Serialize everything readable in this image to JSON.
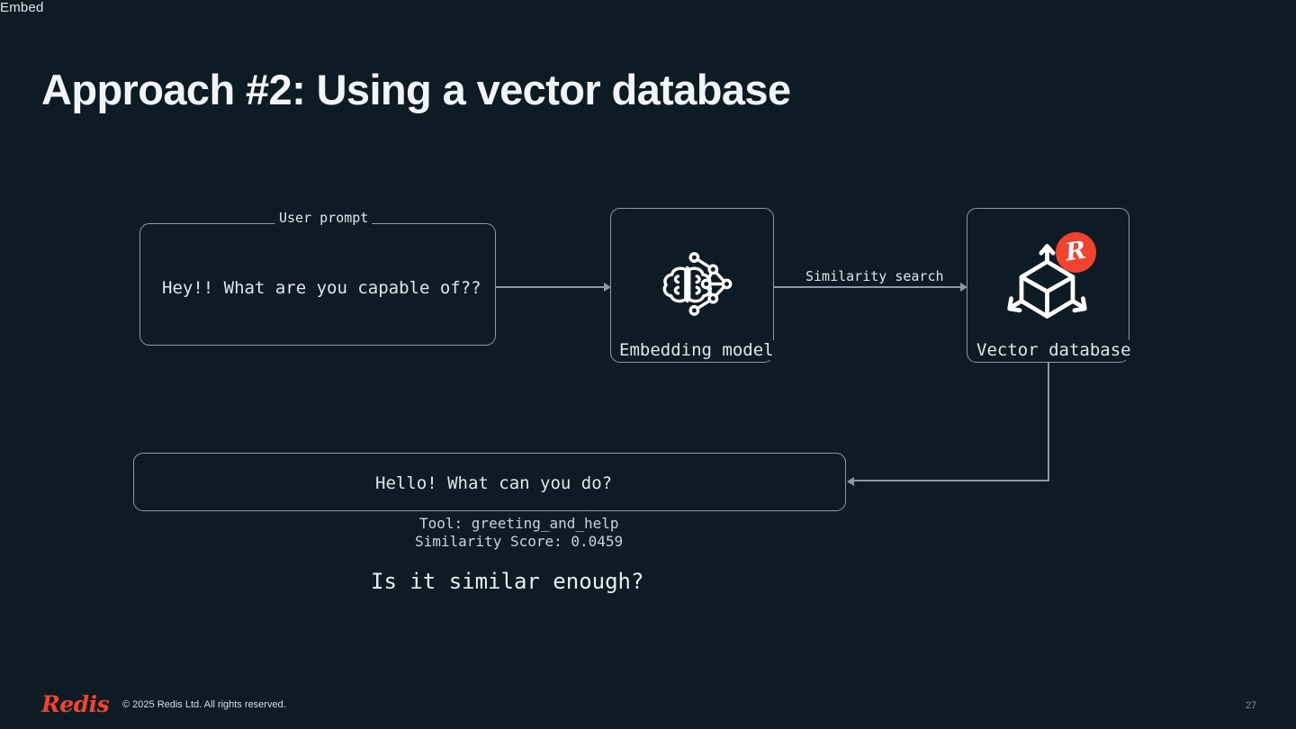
{
  "slide": {
    "title": "Approach #2: Using a vector database",
    "page_number": "27",
    "background_color": "#0d1b24",
    "accent_color": "#f0442e",
    "line_color": "#8a9aa4"
  },
  "diagram": {
    "user_prompt": {
      "label": "User prompt",
      "text": "Hey!! What are you capable of??"
    },
    "embedding_model": {
      "arrow_label": "Embed",
      "caption": "Embedding model",
      "icon": "brain-network-icon"
    },
    "vector_database": {
      "arrow_label": "Similarity search",
      "caption": "Vector database",
      "icon": "3d-cube-axes-icon",
      "badge_icon": "redis-logo-badge",
      "badge_glyph": "R"
    },
    "response": {
      "text": "Hello! What can you do?",
      "tool_line": "Tool: greeting_and_help",
      "score_line": "Similarity Score: 0.0459"
    },
    "question": "Is it similar enough?"
  },
  "footer": {
    "logo_text": "Redis",
    "copyright": "© 2025 Redis Ltd. All rights reserved."
  }
}
